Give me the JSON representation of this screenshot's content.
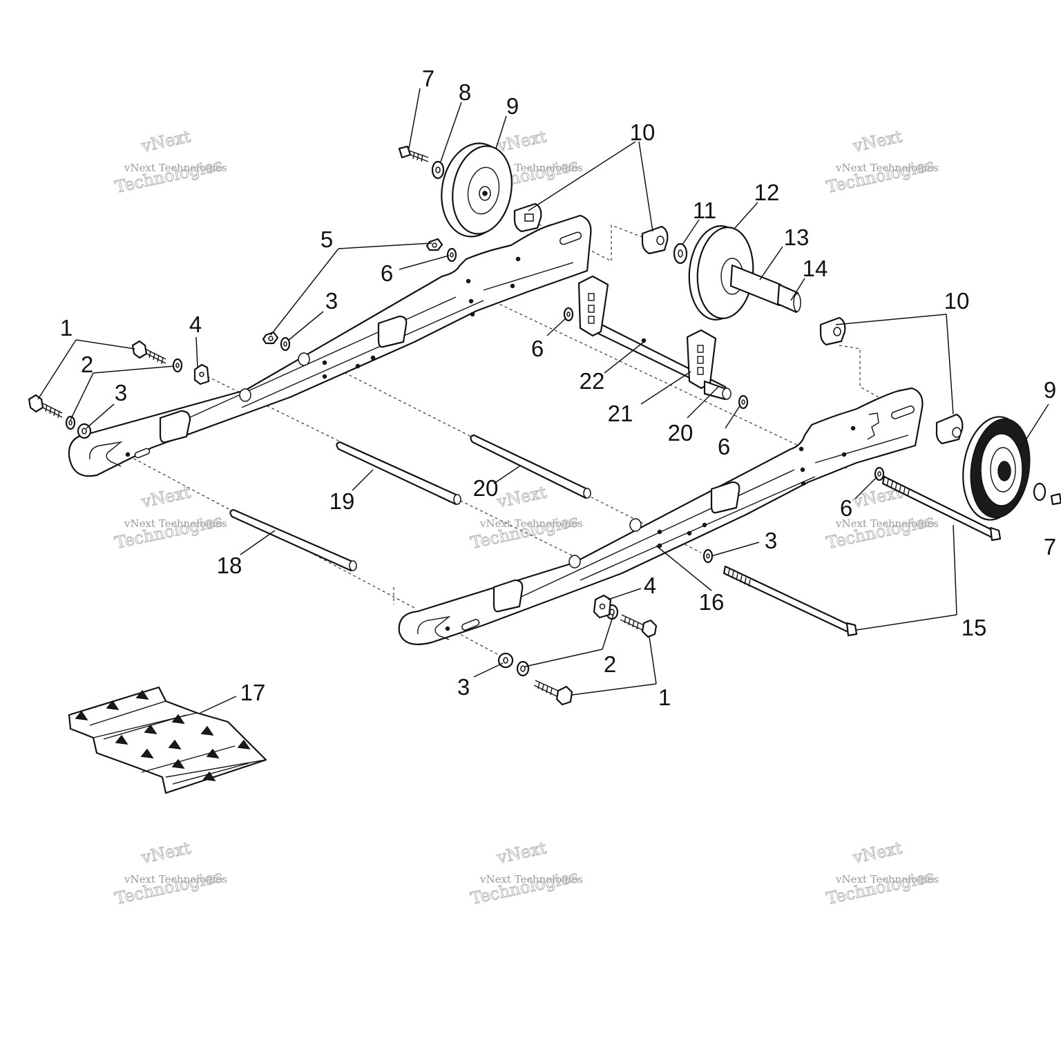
{
  "diagram": {
    "callouts": [
      {
        "id": "c7a",
        "label": "7"
      },
      {
        "id": "c8",
        "label": "8"
      },
      {
        "id": "c9a",
        "label": "9"
      },
      {
        "id": "c10a",
        "label": "10"
      },
      {
        "id": "c11",
        "label": "11"
      },
      {
        "id": "c12",
        "label": "12"
      },
      {
        "id": "c13",
        "label": "13"
      },
      {
        "id": "c14",
        "label": "14"
      },
      {
        "id": "c10b",
        "label": "10"
      },
      {
        "id": "c5",
        "label": "5"
      },
      {
        "id": "c6a",
        "label": "6"
      },
      {
        "id": "c3a",
        "label": "3"
      },
      {
        "id": "c6b",
        "label": "6"
      },
      {
        "id": "c22",
        "label": "22"
      },
      {
        "id": "c21",
        "label": "21"
      },
      {
        "id": "c20a",
        "label": "20"
      },
      {
        "id": "c6c",
        "label": "6"
      },
      {
        "id": "c9b",
        "label": "9"
      },
      {
        "id": "c1a",
        "label": "1"
      },
      {
        "id": "c4a",
        "label": "4"
      },
      {
        "id": "c2a",
        "label": "2"
      },
      {
        "id": "c3b",
        "label": "3"
      },
      {
        "id": "c19",
        "label": "19"
      },
      {
        "id": "c20b",
        "label": "20"
      },
      {
        "id": "c18",
        "label": "18"
      },
      {
        "id": "c6d",
        "label": "6"
      },
      {
        "id": "c7b",
        "label": "7"
      },
      {
        "id": "c3c",
        "label": "3"
      },
      {
        "id": "c16",
        "label": "16"
      },
      {
        "id": "c4b",
        "label": "4"
      },
      {
        "id": "c15",
        "label": "15"
      },
      {
        "id": "c2b",
        "label": "2"
      },
      {
        "id": "c3d",
        "label": "3"
      },
      {
        "id": "c1b",
        "label": "1"
      },
      {
        "id": "c17",
        "label": "17"
      }
    ]
  },
  "watermark": {
    "line_small": "vNext Technologies",
    "line_a": "vNext",
    "line_b": "Technologies"
  }
}
